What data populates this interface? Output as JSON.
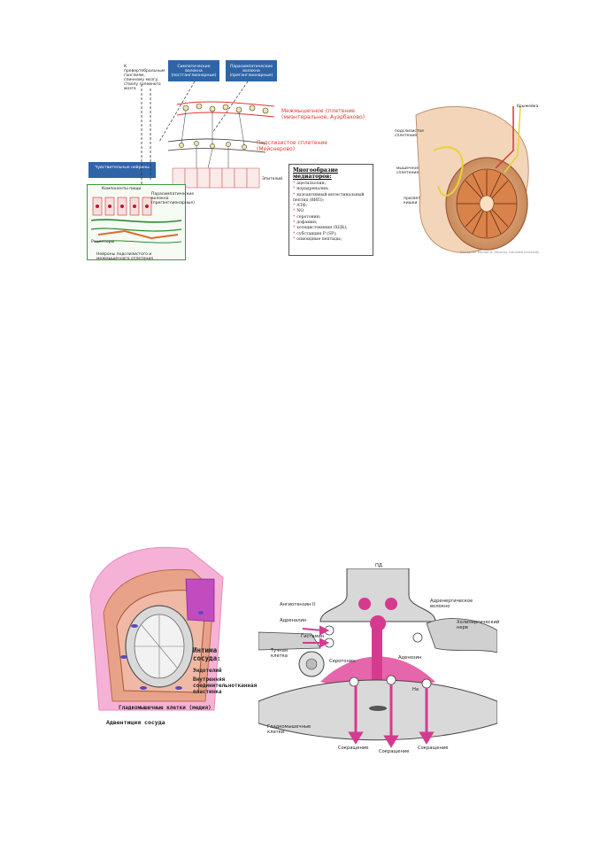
{
  "figure1": {
    "top_left_note": "К превертебральным ганглиям, спинному мозгу, стволу головного мозга",
    "sympathetic_box": "Симпатические волокна (постганглионарные)",
    "parasympathetic_box": "Парасимпатические волокна (преганглионарные)",
    "sensory_box": "Чувствительные нейроны",
    "myenteric_label": "Межмышечное сплетение (миэнтеральное, Ауэрбахово)",
    "submucosal_label": "Подслизистое сплетение (Мейснерово)",
    "epithelium_label": "Эпителий",
    "inset": {
      "title": "Компоненты пищи",
      "right_note": "Парасимпатические волокна (преганглионарные)",
      "receptors": "Рецепторы",
      "bottom": "Нейроны подслизистого и межмышечного сплетения"
    },
    "mediators": {
      "title": "Многообразие медиаторов:",
      "items": [
        "ацетилхолин;",
        "норадреналин;",
        "вазоактивный интестинальный пептид (ВИП);",
        "АТФ;",
        "NO",
        "серотонин;",
        "дофамин;",
        "холецистокинин (ХЦК);",
        "субстанция Р (SP);",
        "опиоидные пептиды;"
      ]
    }
  },
  "figure2": {
    "mesentery": "брыжейка",
    "submucosal": "подслизистое сплетение",
    "myenteric": "мышечное сплетение",
    "lumen": "просвет кишки",
    "source": "Source: Dr. Michael D. Gershon, Columbia University"
  },
  "figure3": {
    "intima": "Интима сосуда:",
    "endothelium": "Эндотелий",
    "internal_elastic": "Внутренняя соединительнотканная пластинка",
    "smooth_muscle": "Гладкомышечные клетки (медия)",
    "adventitia": "Адвентиция сосуда"
  },
  "figure4": {
    "pd": "ПД",
    "angiotensin": "Ангиотензин II",
    "adrenaline": "Адреналин",
    "histamine": "Гистамин",
    "mast_cell": "Тучная клетка",
    "serotonin": "Серотонин",
    "adrenergic": "Адренергическое волокно",
    "cholinergic": "Холинергический нерв",
    "adenosine": "Аденозин",
    "na": "На",
    "smooth_cells": "Гладкомышечные клетки",
    "contraction": "Сокращение"
  },
  "colors": {
    "accent_blue": "#2f65a7",
    "label_red": "#e0382e",
    "pink": "#d63a8f"
  }
}
